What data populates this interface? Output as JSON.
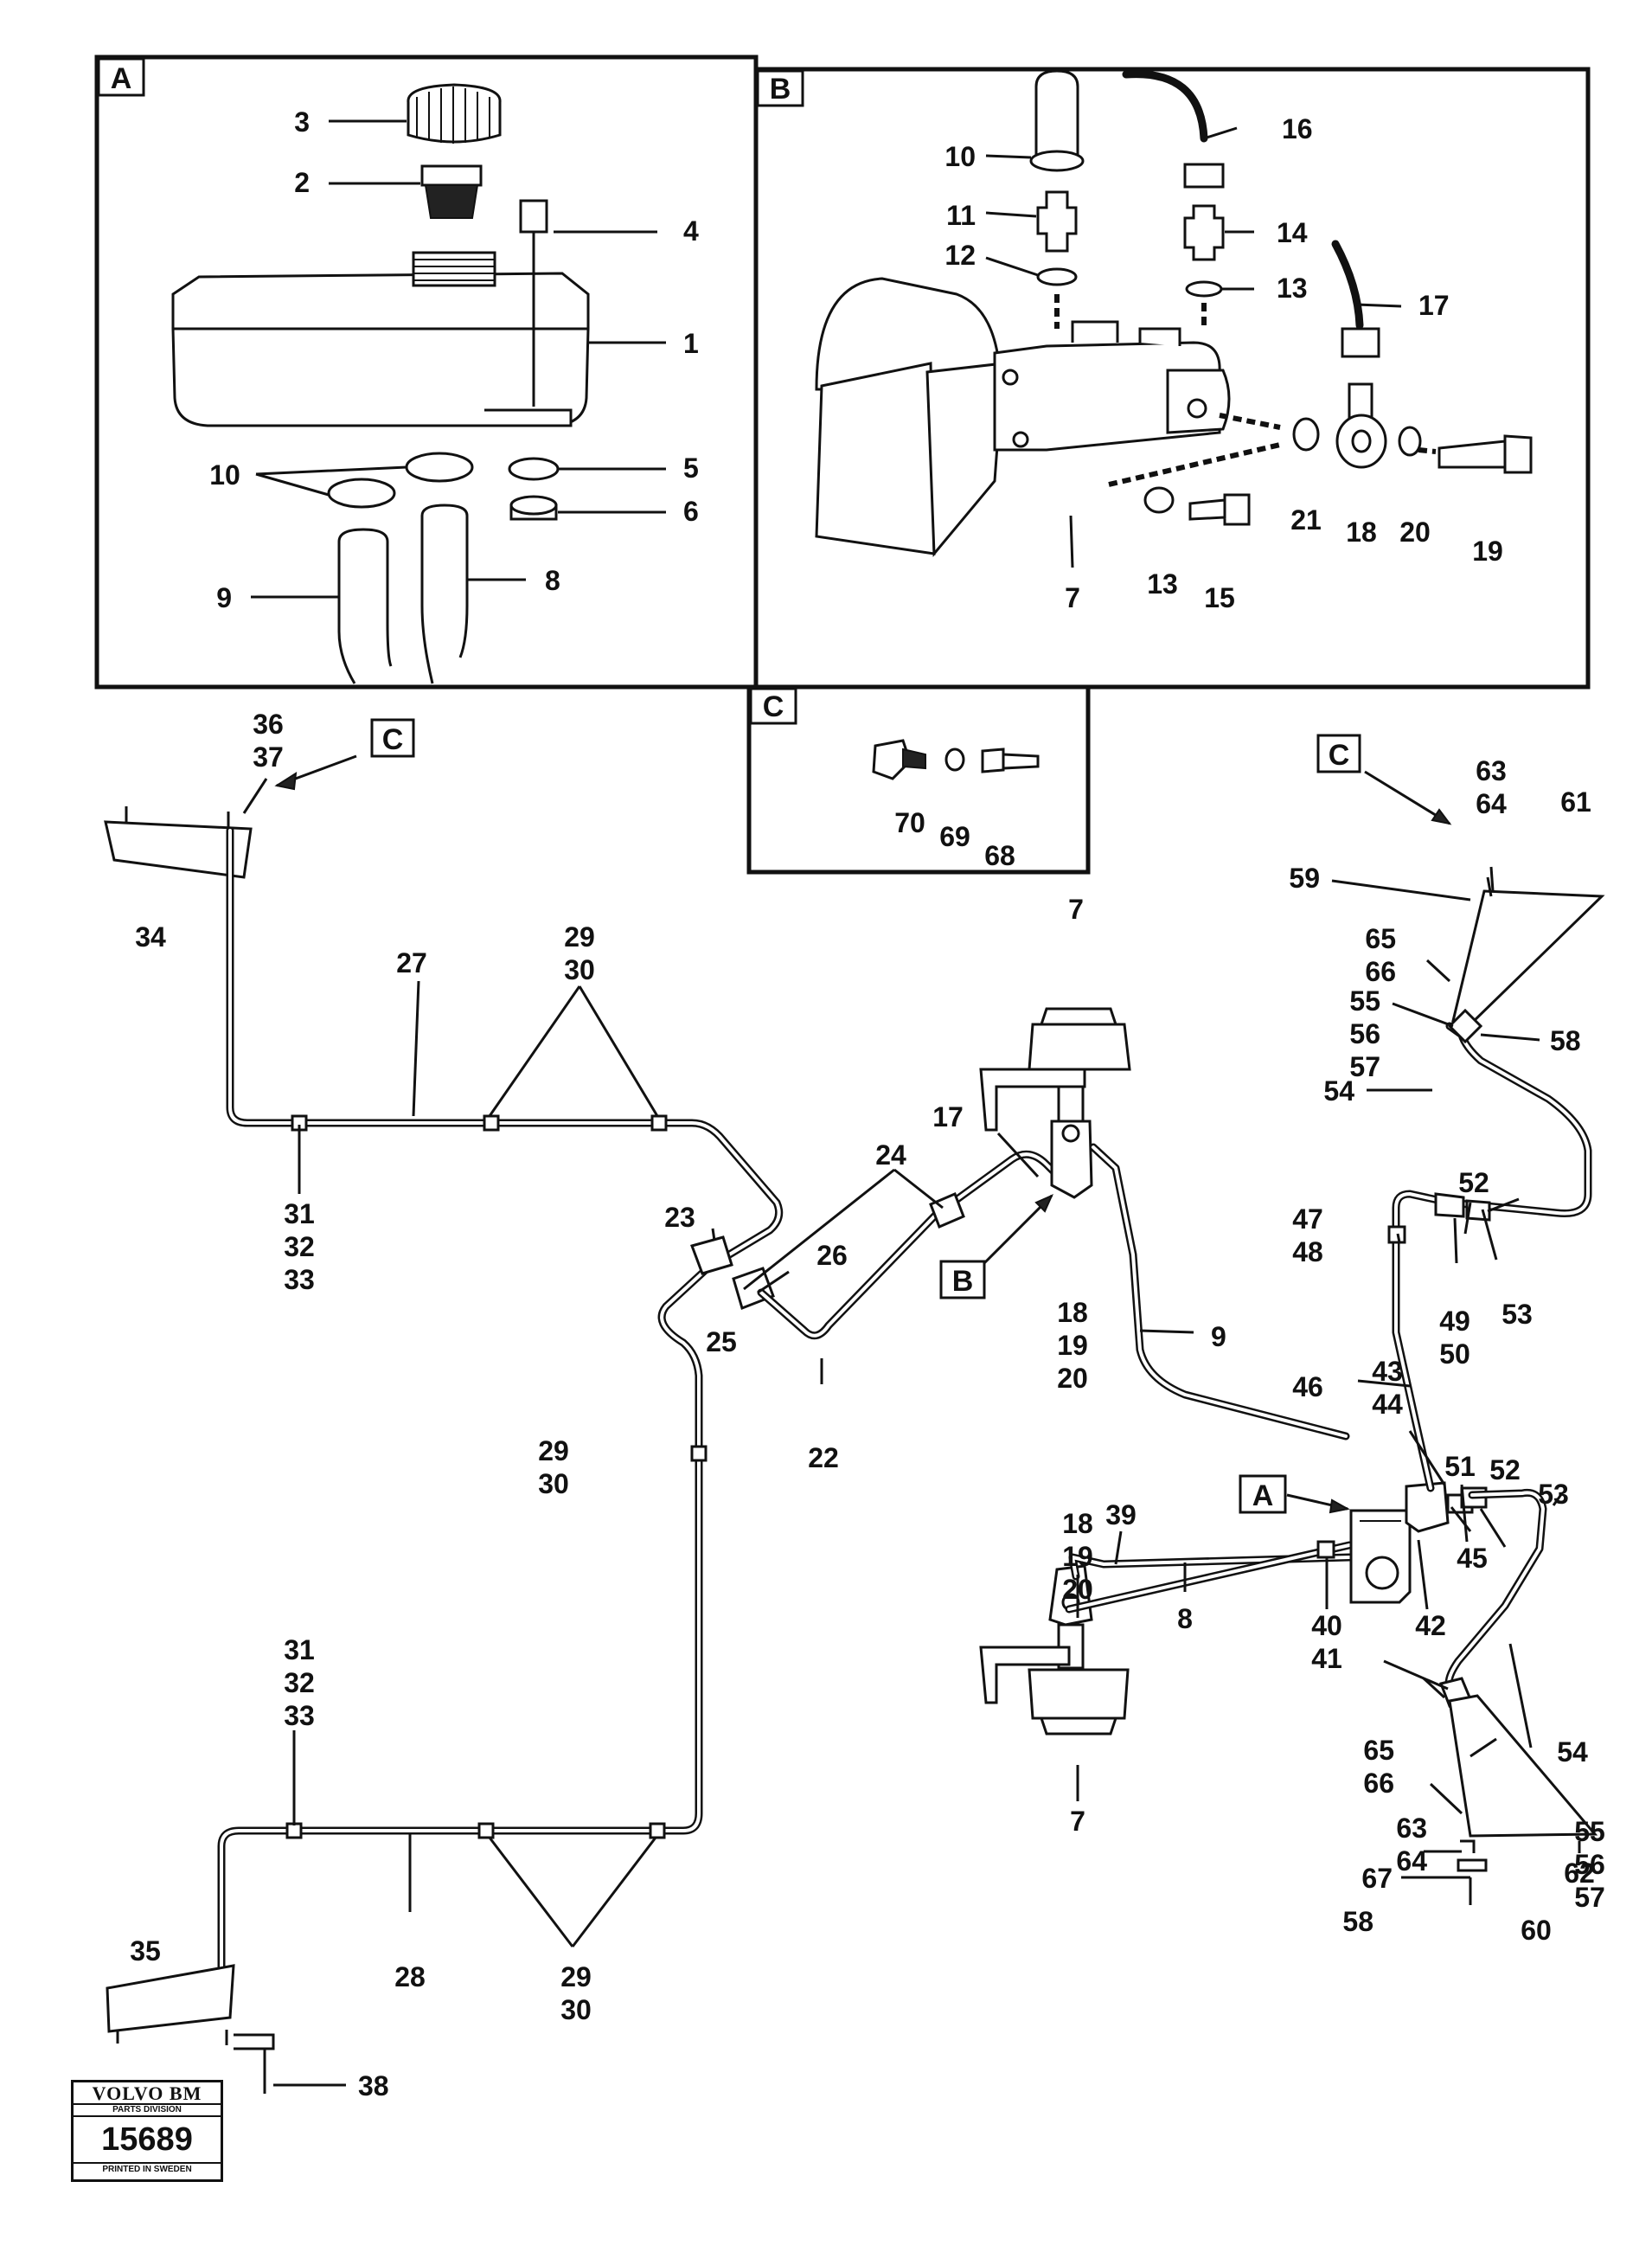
{
  "sections": {
    "a": "A",
    "b": "B",
    "c": "C",
    "c_upper_left": "C",
    "c_upper_right": "C",
    "b_marker": "B",
    "a_marker": "A"
  },
  "panel_a_labels": {
    "p3": "3",
    "p2": "2",
    "p4": "4",
    "p1": "1",
    "p10": "10",
    "p5": "5",
    "p6": "6",
    "p9": "9",
    "p8": "8"
  },
  "panel_b_labels": {
    "p16": "16",
    "p10": "10",
    "p11": "11",
    "p14": "14",
    "p12": "12",
    "p13a": "13",
    "p17": "17",
    "p21": "21",
    "p18": "18",
    "p20": "20",
    "p19": "19",
    "p7": "7",
    "p13b": "13",
    "p15": "15"
  },
  "panel_c_labels": {
    "p70": "70",
    "p69": "69",
    "p68": "68"
  },
  "main_labels": {
    "l36": "36",
    "l37": "37",
    "l34": "34",
    "l27": "27",
    "l29a": "29",
    "l30a": "30",
    "l31a": "31",
    "l32a": "32",
    "l33a": "33",
    "l23": "23",
    "l24": "24",
    "l25": "25",
    "l26": "26",
    "l22": "22",
    "l29b": "29",
    "l30b": "30",
    "l17": "17",
    "l7top": "7",
    "l18a": "18",
    "l19a": "19",
    "l20a": "20",
    "l9": "9",
    "l31b": "31",
    "l32b": "32",
    "l33b": "33",
    "l28": "28",
    "l29c": "29",
    "l30c": "30",
    "l35": "35",
    "l38": "38",
    "l18b": "18",
    "l19b": "19",
    "l20b": "20",
    "l39": "39",
    "l8": "8",
    "l7bot": "7",
    "l40": "40",
    "l41": "41",
    "l42": "42",
    "l43": "43",
    "l44": "44",
    "l45": "45",
    "l51": "51",
    "l52a": "52",
    "l53a": "53",
    "l54a": "54",
    "l55a": "55",
    "l56a": "56",
    "l57a": "57",
    "l58a": "58",
    "l59": "59",
    "l60": "60",
    "l61": "61",
    "l62": "62",
    "l63a": "63",
    "l64a": "64",
    "l65a": "65",
    "l66a": "66",
    "l46": "46",
    "l47": "47",
    "l48": "48",
    "l49": "49",
    "l50": "50",
    "l52b": "52",
    "l53b": "53",
    "l54b": "54",
    "l55b": "55",
    "l56b": "56",
    "l57b": "57",
    "l58b": "58",
    "l65b": "65",
    "l66b": "66",
    "l63b": "63",
    "l64b": "64",
    "l67": "67"
  },
  "stamp": {
    "brand": "VOLVO BM",
    "division": "PARTS DIVISION",
    "number": "15689",
    "printed": "PRINTED IN SWEDEN"
  }
}
